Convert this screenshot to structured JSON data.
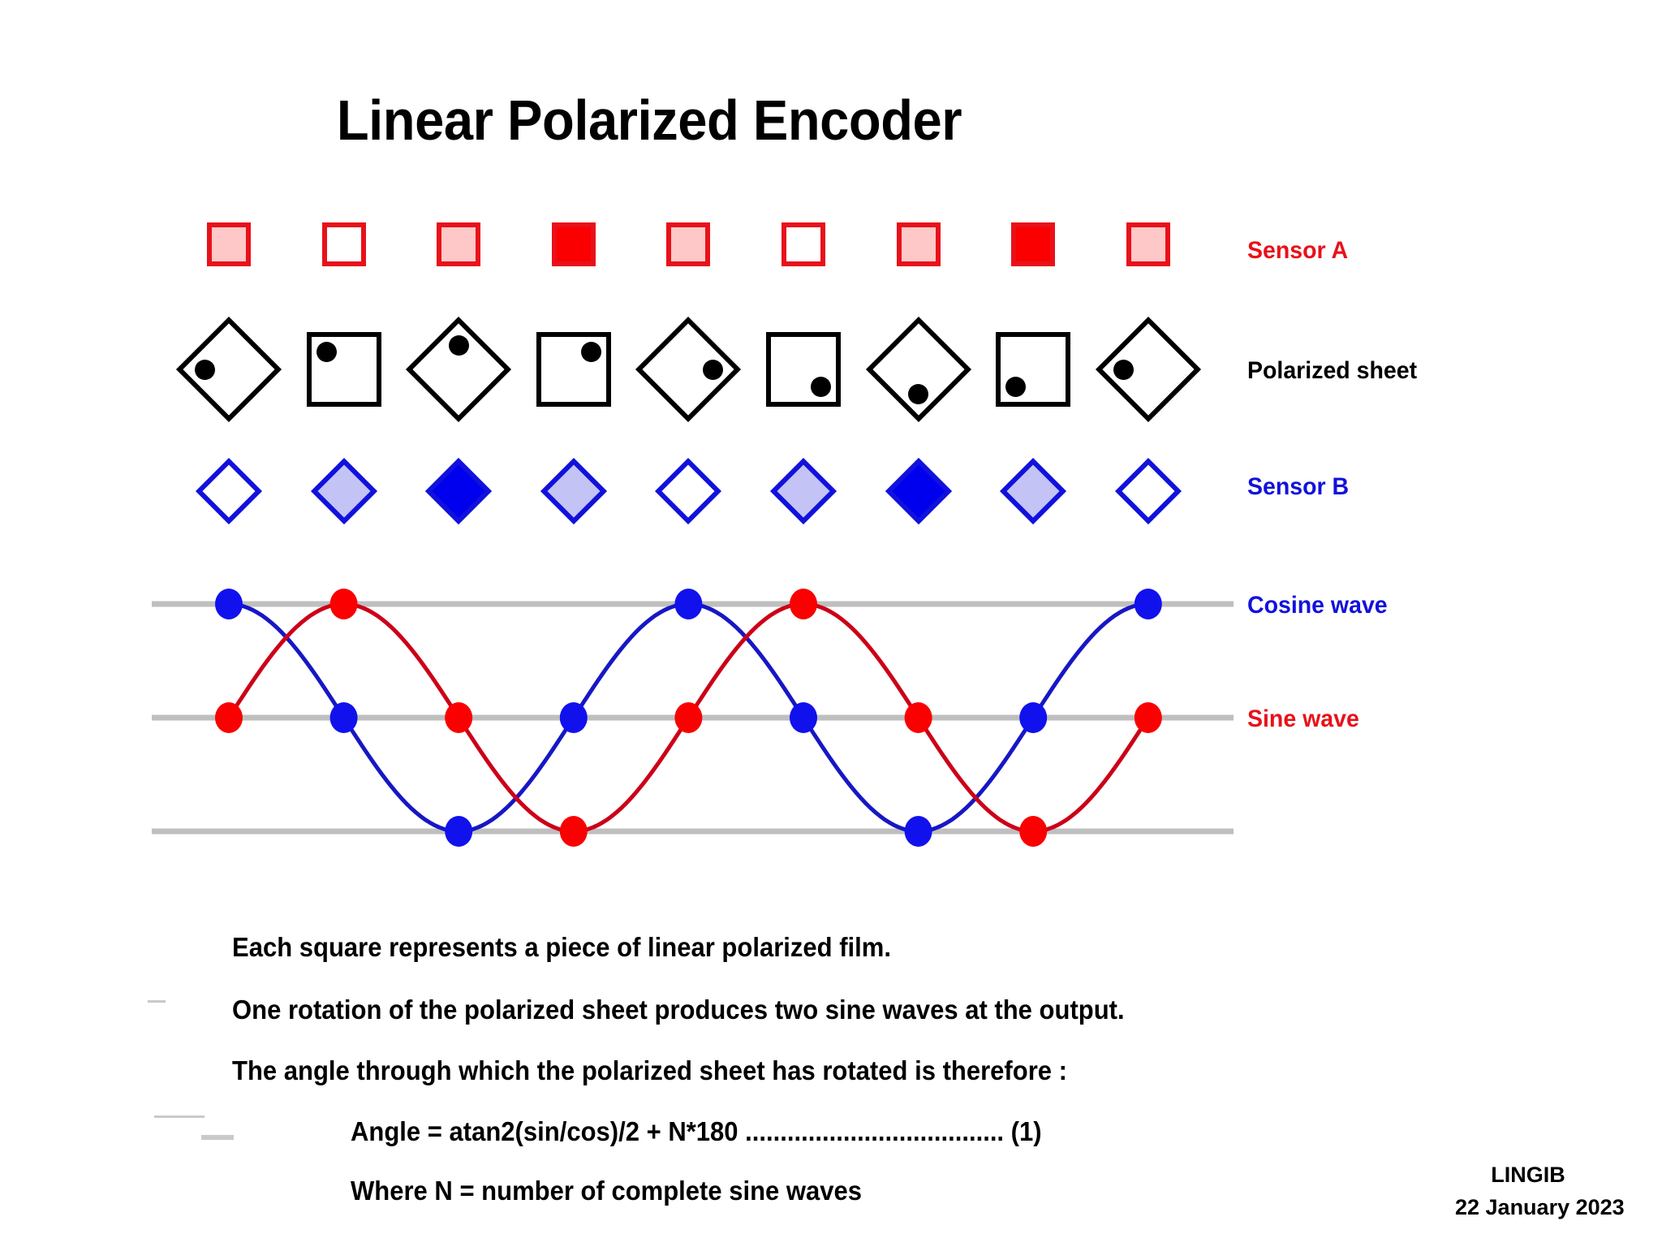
{
  "title": "Linear Polarized Encoder",
  "labels": {
    "sensor_a": "Sensor A",
    "polarized_sheet": "Polarized sheet",
    "sensor_b": "Sensor B",
    "cosine_wave": "Cosine wave",
    "sine_wave": "Sine wave"
  },
  "colors": {
    "sensor_a_stroke": "#e8111a",
    "sensor_a_fill_light": "#ffc8c8",
    "sensor_a_fill_solid": "#fa0000",
    "sensor_a_fill_empty": "#ffffff",
    "sensor_b_stroke": "#1111dd",
    "sensor_b_fill_light": "#c3c3f5",
    "sensor_b_fill_solid": "#0000ee",
    "sensor_b_fill_empty": "#ffffff",
    "sheet_stroke": "#000000",
    "gridline": "#bfbfbf",
    "sine": "#cc0018",
    "cosine": "#1717c4",
    "title": "#000000"
  },
  "sensor_a": {
    "label": "Sensor A",
    "count": 9,
    "states": [
      "light",
      "empty",
      "light",
      "solid",
      "light",
      "empty",
      "light",
      "solid",
      "light"
    ]
  },
  "polarized_sheet": {
    "label": "Polarized sheet",
    "count": 9,
    "shape_rotations_deg": [
      45,
      0,
      45,
      0,
      45,
      0,
      45,
      0,
      45
    ],
    "dot_angles_deg": [
      180,
      135,
      90,
      45,
      0,
      -45,
      -90,
      -135,
      180
    ]
  },
  "sensor_b": {
    "label": "Sensor B",
    "count": 9,
    "states": [
      "empty",
      "light",
      "solid",
      "light",
      "empty",
      "light",
      "solid",
      "light",
      "empty"
    ]
  },
  "chart_data": {
    "type": "line",
    "title": "",
    "xlabel": "",
    "ylabel": "",
    "grid": true,
    "gridlines_y": [
      1,
      0,
      -1
    ],
    "legend_position": "right",
    "ylim": [
      -1,
      1
    ],
    "x": [
      0,
      1,
      2,
      3,
      4,
      5,
      6,
      7,
      8
    ],
    "x_degrees": [
      0,
      90,
      180,
      270,
      360,
      450,
      540,
      630,
      720
    ],
    "series": [
      {
        "name": "Cosine wave",
        "color": "#1717c4",
        "values": [
          1,
          0,
          -1,
          0,
          1,
          0,
          -1,
          0,
          1
        ]
      },
      {
        "name": "Sine wave",
        "color": "#cc0018",
        "values": [
          0,
          1,
          0,
          -1,
          0,
          1,
          0,
          -1,
          0
        ]
      }
    ]
  },
  "body": {
    "line1": "Each square represents a piece of linear polarized film.",
    "line2": "One rotation of the polarized sheet produces two sine waves at the output.",
    "line3": "The angle through which the polarized sheet has rotated is therefore :",
    "formula": "Angle = atan2(sin/cos)/2 + N*180 ..................................... (1)",
    "line4": "Where N = number of complete sine waves"
  },
  "footer": {
    "author": "LINGIB",
    "date": "22 January 2023"
  }
}
